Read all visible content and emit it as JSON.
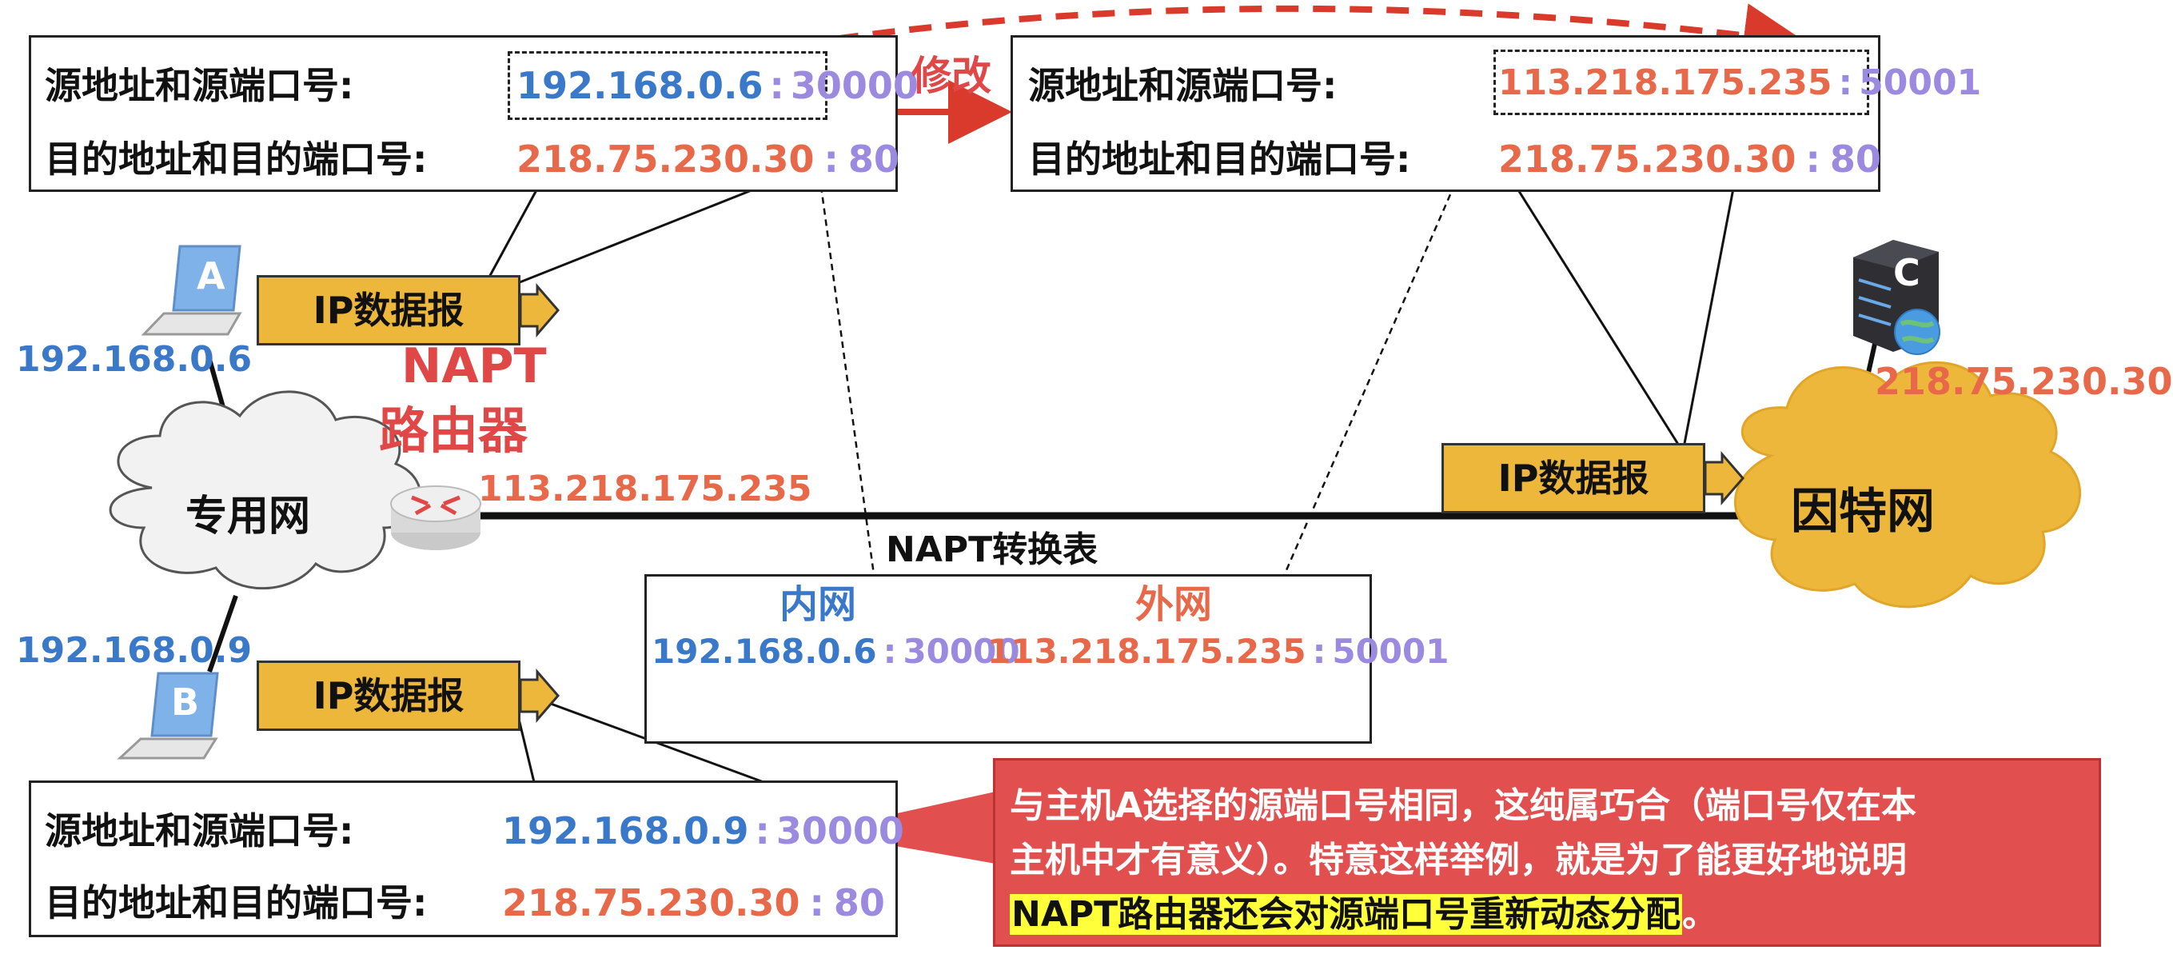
{
  "box_a": {
    "src_label": "源地址和源端口号:",
    "dst_label": "目的地址和目的端口号:",
    "src_ip": "192.168.0.6",
    "src_port": "30000",
    "dst_ip": "218.75.230.30",
    "dst_port": "80"
  },
  "box_modified": {
    "src_label": "源地址和源端口号:",
    "dst_label": "目的地址和目的端口号:",
    "src_ip": "113.218.175.235",
    "src_port": "50001",
    "dst_ip": "218.75.230.30",
    "dst_port": "80"
  },
  "box_b": {
    "src_label": "源地址和源端口号:",
    "dst_label": "目的地址和目的端口号:",
    "src_ip": "192.168.0.9",
    "src_port": "30000",
    "dst_ip": "218.75.230.30",
    "dst_port": "80"
  },
  "modify_label": "修改",
  "sep": ":",
  "datagram_label": "IP数据报",
  "host_a": {
    "letter": "A",
    "ip": "192.168.0.6"
  },
  "host_b": {
    "letter": "B",
    "ip": "192.168.0.9"
  },
  "server_c": {
    "letter": "C",
    "ip": "218.75.230.30"
  },
  "router": {
    "line1": "NAPT",
    "line2": "路由器",
    "ip": "113.218.175.235"
  },
  "private_net_label": "专用网",
  "internet_label": "因特网",
  "table": {
    "title": "NAPT转换表",
    "inner_header": "内网",
    "outer_header": "外网",
    "inner_ip": "192.168.0.6",
    "inner_port": "30000",
    "outer_ip": "113.218.175.235",
    "outer_port": "50001"
  },
  "note": {
    "line1": "与主机A选择的源端口号相同，这纯属巧合（端口号仅在本",
    "line2": "主机中才有意义）。特意这样举例，就是为了能更好地说明",
    "line3_highlight": "NAPT路由器还会对源端口号重新动态分配",
    "line3_end": "。"
  },
  "colors": {
    "blue": "#3a78c9",
    "orange": "#e8694a",
    "purple": "#9b8ae0",
    "red": "#e04848",
    "datagram": "#ecb73a",
    "callout": "#e14f4f",
    "highlight": "#ffff3a"
  }
}
